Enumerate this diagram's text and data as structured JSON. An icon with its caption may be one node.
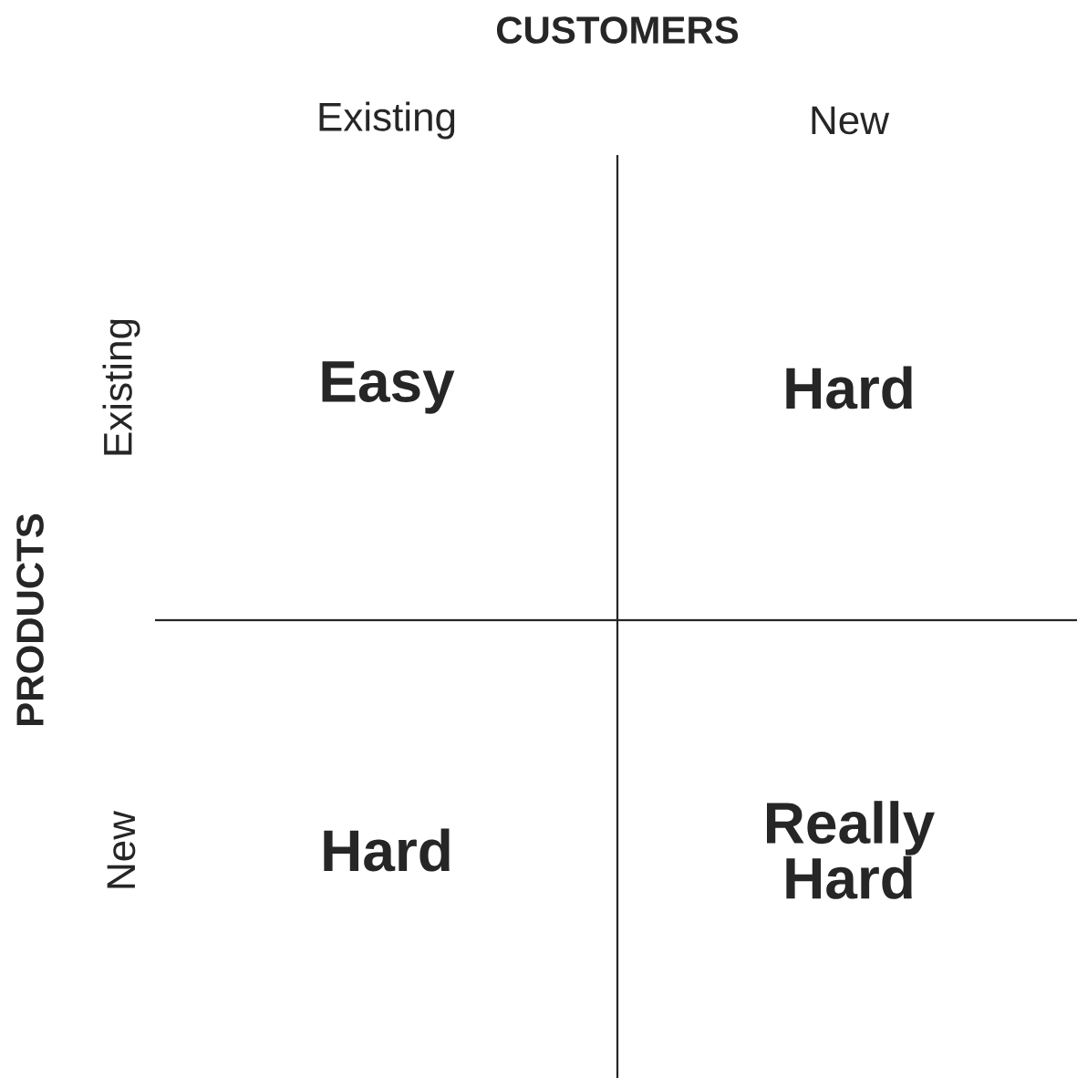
{
  "diagram": {
    "labels": [
      "CUSTOMERS",
      "Existing",
      "New",
      "PRODUCTS",
      "Existing",
      "New",
      "Easy",
      "Hard",
      "Hard",
      "Really Hard"
    ]
  }
}
